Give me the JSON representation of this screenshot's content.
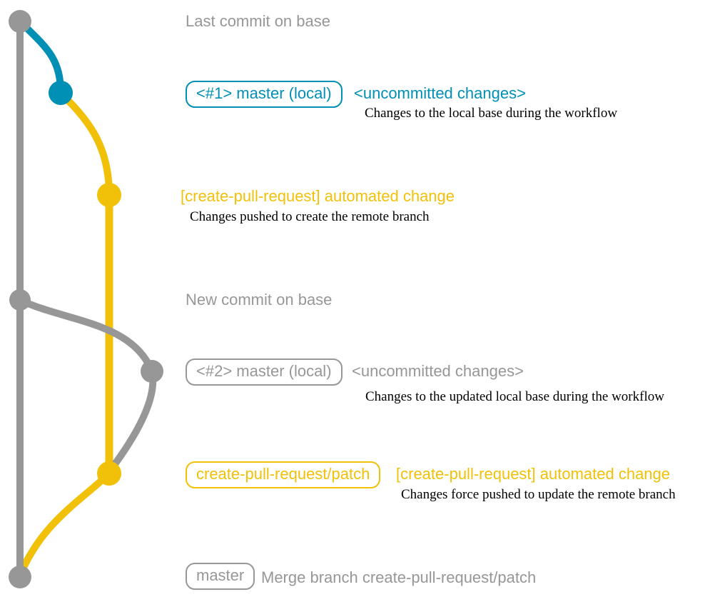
{
  "colors": {
    "gray": "#979797",
    "blue": "#008fb5",
    "yellow": "#f1c109",
    "note": "#000000"
  },
  "rows": [
    {
      "message": "Last commit on base"
    },
    {
      "label": "<#1> master (local)",
      "message": "<uncommitted changes>",
      "note": "Changes to the local base during the workflow"
    },
    {
      "message": "[create-pull-request] automated change",
      "note": "Changes pushed to create the remote branch"
    },
    {
      "message": "New commit on base"
    },
    {
      "label": "<#2> master (local)",
      "message": "<uncommitted changes>",
      "note": "Changes to the updated local base during the workflow"
    },
    {
      "label": "create-pull-request/patch",
      "message": "[create-pull-request] automated change",
      "note": "Changes force pushed to update the remote branch"
    },
    {
      "label": "master",
      "message": "Merge branch create-pull-request/patch"
    }
  ]
}
